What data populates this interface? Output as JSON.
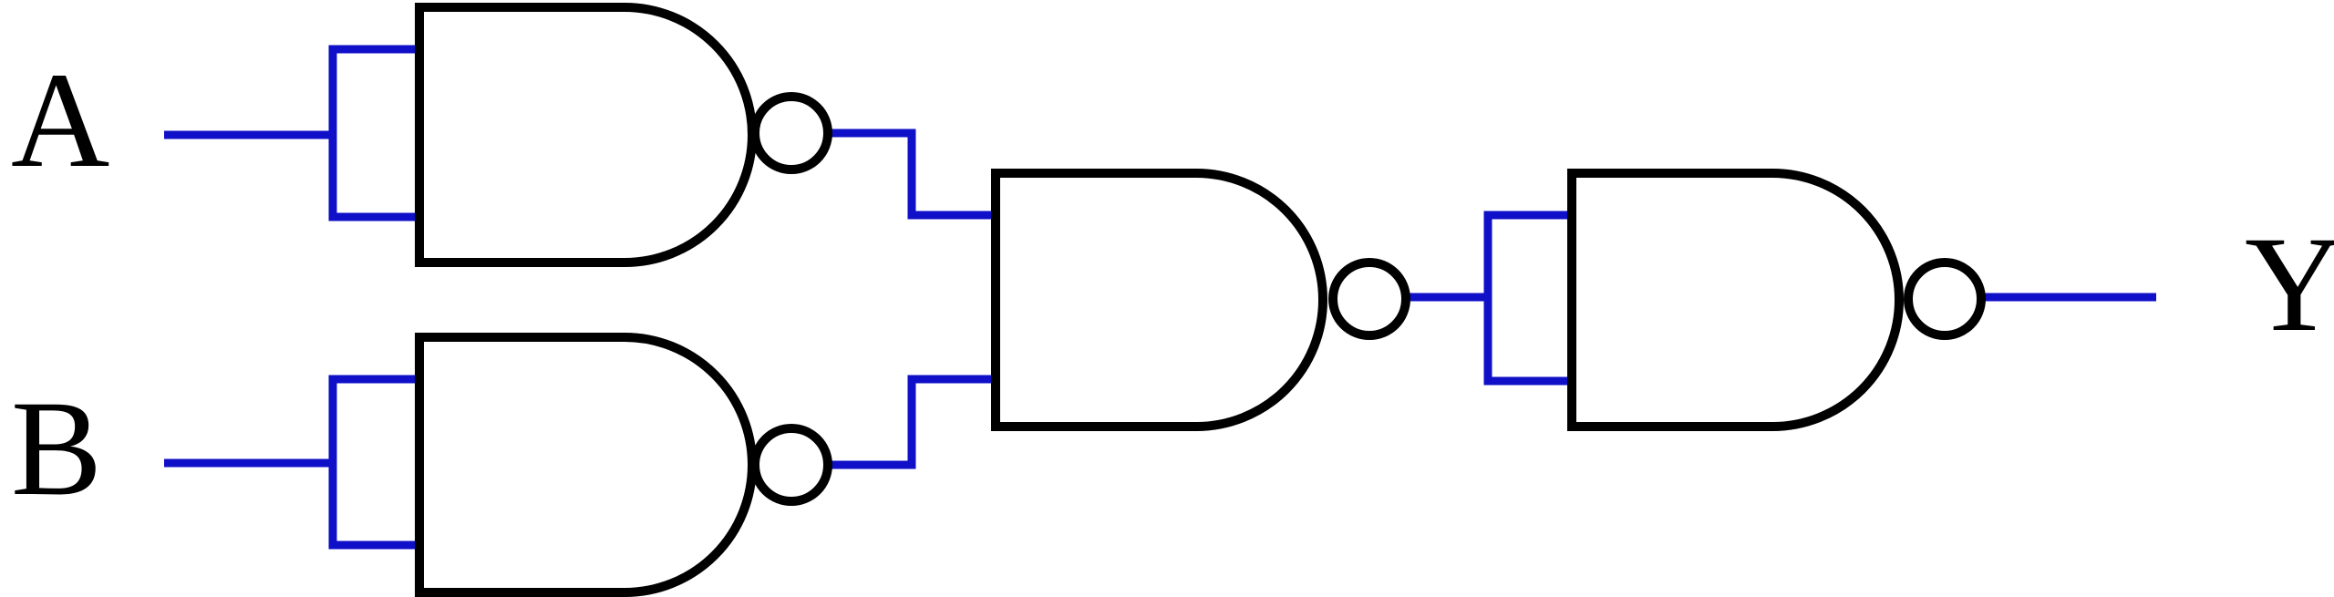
{
  "labels": {
    "input_a": "A",
    "input_b": "B",
    "output_y": "Y"
  },
  "colors": {
    "wire": "#1010c8",
    "gate_stroke": "#000000",
    "label": "#000000",
    "background": "#ffffff"
  }
}
